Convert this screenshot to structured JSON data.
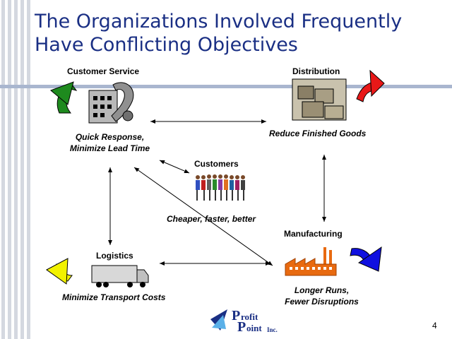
{
  "slide": {
    "title_line1": "The Organizations Involved Frequently",
    "title_line2": "Have Conflicting Objectives",
    "page_number": "4"
  },
  "nodes": {
    "customer_service": {
      "label": "Customer Service",
      "objective_line1": "Quick Response,",
      "objective_line2": "Minimize Lead Time"
    },
    "distribution": {
      "label": "Distribution",
      "objective": "Reduce Finished Goods"
    },
    "customers": {
      "label": "Customers",
      "objective": "Cheaper, faster, better"
    },
    "manufacturing": {
      "label": "Manufacturing",
      "objective_line1": "Longer Runs,",
      "objective_line2": "Fewer Disruptions"
    },
    "logistics": {
      "label": "Logistics",
      "objective": "Minimize Transport Costs"
    }
  },
  "logo": {
    "letter_p1": "P",
    "word1": "rofit",
    "letter_p2": "P",
    "word2": "oint",
    "suffix": "Inc."
  },
  "colors": {
    "title": "#1a2f84",
    "arrow_green": "#1e8a1e",
    "arrow_red": "#e81818",
    "arrow_blue": "#1010e0",
    "arrow_yellow": "#f2f200",
    "factory": "#e86a10",
    "logo_blue": "#1a2f84"
  },
  "icons": [
    "telephone-building-icon",
    "warehouse-boxes-icon",
    "people-group-icon",
    "factory-icon",
    "truck-icon"
  ]
}
